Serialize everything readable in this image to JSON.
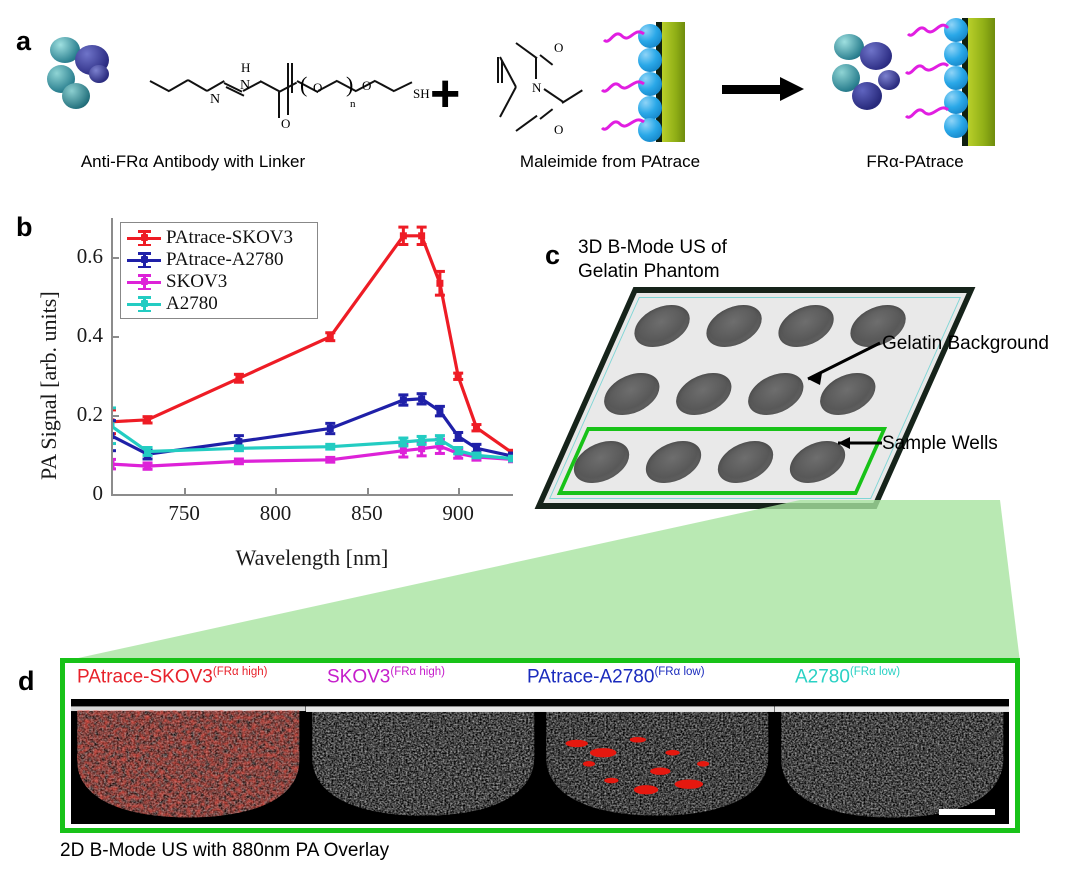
{
  "panels": {
    "a": {
      "letter": "a",
      "captions": [
        "Anti-FRα Antibody with Linker",
        "Maleimide from PAtrace",
        "FRα-PAtrace"
      ],
      "plus_sign": "+",
      "arrow": "→",
      "chem_labels": {
        "nh": "N",
        "h": "H",
        "o1": "O",
        "o2": "O",
        "o3": "O",
        "o4": "O",
        "n_sub": "n",
        "sh": "SH",
        "n_ring": "N"
      }
    },
    "b": {
      "letter": "b"
    },
    "c": {
      "letter": "c",
      "title_line1": "3D B-Mode US of",
      "title_line2": "Gelatin Phantom",
      "annotations": [
        "Gelatin Background",
        "Sample Wells"
      ]
    },
    "d": {
      "letter": "d",
      "caption": "2D B-Mode US with 880nm PA Overlay",
      "tiles": [
        {
          "name": "PAtrace-SKOV3",
          "superscript": "(FRα high)",
          "color": "#e8212a"
        },
        {
          "name": "SKOV3",
          "superscript": "(FRα high)",
          "color": "#c51ecb"
        },
        {
          "name": "PAtrace-A2780",
          "superscript": "(FRα low)",
          "color": "#1a2bbd"
        },
        {
          "name": "A2780",
          "superscript": "(FRα low)",
          "color": "#2ad1c4"
        }
      ]
    }
  },
  "colors": {
    "red": "#ee1c25",
    "blue": "#1f20a8",
    "magenta": "#dd22d8",
    "cyan": "#23ccc2",
    "green_roi": "#18c218",
    "green_fan": "#a7e4a0",
    "axis": "#8c8c8c"
  },
  "chart_data": {
    "type": "line",
    "title": "",
    "xlabel": "Wavelength [nm]",
    "ylabel": "PA Signal [arb. units]",
    "xlim": [
      710,
      930
    ],
    "ylim": [
      0,
      0.7
    ],
    "xticks": [
      750,
      800,
      850,
      900
    ],
    "yticks": [
      0,
      0.2,
      0.4,
      0.6
    ],
    "ytick_labels": [
      "0",
      "0.2",
      "0.4",
      "0.6"
    ],
    "xtick_labels": [
      "750",
      "800",
      "850",
      "900"
    ],
    "grid": false,
    "legend_position": "upper left",
    "x": [
      710,
      730,
      780,
      830,
      870,
      880,
      890,
      900,
      910,
      930
    ],
    "series": [
      {
        "name": "PAtrace-SKOV3",
        "color": "#ee1c25",
        "values": [
          0.185,
          0.19,
          0.295,
          0.4,
          0.655,
          0.655,
          0.535,
          0.3,
          0.17,
          0.105
        ],
        "errors": [
          0.03,
          0.008,
          0.01,
          0.01,
          0.022,
          0.022,
          0.03,
          0.008,
          0.008,
          0.008
        ]
      },
      {
        "name": "PAtrace-A2780",
        "color": "#1f20a8",
        "values": [
          0.15,
          0.103,
          0.135,
          0.168,
          0.24,
          0.243,
          0.212,
          0.148,
          0.118,
          0.098
        ],
        "errors": [
          0.038,
          0.012,
          0.015,
          0.013,
          0.013,
          0.013,
          0.012,
          0.01,
          0.01,
          0.008
        ]
      },
      {
        "name": "SKOV3",
        "color": "#dd22d8",
        "values": [
          0.078,
          0.073,
          0.085,
          0.089,
          0.112,
          0.117,
          0.123,
          0.105,
          0.096,
          0.09
        ],
        "errors": [
          0.012,
          0.008,
          0.006,
          0.006,
          0.016,
          0.018,
          0.018,
          0.012,
          0.008,
          0.006
        ]
      },
      {
        "name": "A2780",
        "color": "#23ccc2",
        "values": [
          0.175,
          0.11,
          0.118,
          0.122,
          0.134,
          0.138,
          0.14,
          0.112,
          0.1,
          0.092
        ],
        "errors": [
          0.045,
          0.01,
          0.006,
          0.006,
          0.01,
          0.01,
          0.01,
          0.008,
          0.006,
          0.006
        ]
      }
    ]
  }
}
